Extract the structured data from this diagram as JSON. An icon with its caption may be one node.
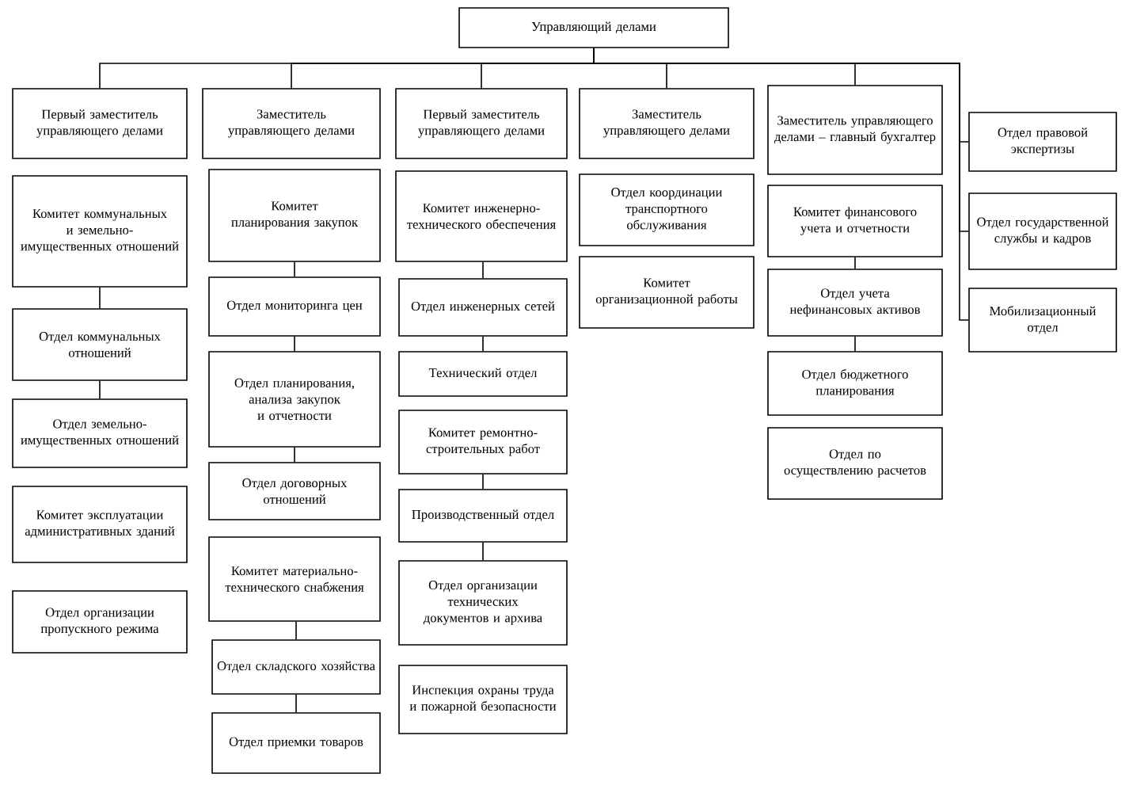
{
  "diagram": {
    "nodes": [
      {
        "text": [
          "Управляющий делами"
        ]
      },
      {
        "text": [
          "Первый заместитель управляющего делами"
        ]
      },
      {
        "text": [
          "Комитет коммунальных и земельно-имущественных отношений"
        ]
      },
      {
        "text": [
          "Отдел коммунальных отношений"
        ]
      },
      {
        "text": [
          "Отдел земельно-имущественных отношений"
        ]
      },
      {
        "text": [
          "Комитет эксплуатации административных зданий"
        ]
      },
      {
        "text": [
          "Отдел организации пропускного режима"
        ]
      },
      {
        "text": [
          "Заместитель управляющего делами"
        ]
      },
      {
        "text": [
          "Комитет планирования закупок"
        ]
      },
      {
        "text": [
          "Отдел мониторинга цен"
        ]
      },
      {
        "text": [
          "Отдел планирования, анализа закупок и отчетности"
        ]
      },
      {
        "text": [
          "Отдел договорных отношений"
        ]
      },
      {
        "text": [
          "Комитет материально-технического снабжения"
        ]
      },
      {
        "text": [
          "Отдел складского хозяйства"
        ]
      },
      {
        "text": [
          "Отдел приемки товаров"
        ]
      },
      {
        "text": [
          "Первый заместитель управляющего делами"
        ]
      },
      {
        "text": [
          "Комитет инженерно-технического обеспечения"
        ]
      },
      {
        "text": [
          "Отдел инженерных сетей"
        ]
      },
      {
        "text": [
          "Технический отдел"
        ]
      },
      {
        "text": [
          "Комитет ремонтно-строительных работ"
        ]
      },
      {
        "text": [
          "Производственный отдел"
        ]
      },
      {
        "text": [
          "Отдел организации технических документов и архива"
        ]
      },
      {
        "text": [
          "Инспекция охраны труда и пожарной безопасности"
        ]
      },
      {
        "text": [
          "Заместитель управляющего делами"
        ]
      },
      {
        "text": [
          "Отдел координации транспортного обслуживания"
        ]
      },
      {
        "text": [
          "Комитет организационной работы"
        ]
      },
      {
        "text": [
          "Заместитель управляющего делами – главный бухгалтер"
        ]
      },
      {
        "text": [
          "Комитет финансового учета и отчетности"
        ]
      },
      {
        "text": [
          "Отдел учета нефинансовых активов"
        ]
      },
      {
        "text": [
          "Отдел бюджетного планирования"
        ]
      },
      {
        "text": [
          "Отдел по осуществлению расчетов"
        ]
      },
      {
        "text": [
          "Отдел правовой экспертизы"
        ]
      },
      {
        "text": [
          "Отдел государственной службы и кадров"
        ]
      },
      {
        "text": [
          "Мобилизационный отдел"
        ]
      }
    ],
    "edges": [
      {
        "from": 0,
        "to": 1,
        "arrow": "none"
      },
      {
        "from": 0,
        "to": 7,
        "arrow": "none"
      },
      {
        "from": 0,
        "to": 15,
        "arrow": "none"
      },
      {
        "from": 0,
        "to": 23,
        "arrow": "none"
      },
      {
        "from": 0,
        "to": 26,
        "arrow": "none"
      },
      {
        "from": 0,
        "to": 31,
        "arrow": "none"
      },
      {
        "from": 0,
        "to": 32,
        "arrow": "none"
      },
      {
        "from": 0,
        "to": 33,
        "arrow": "none"
      },
      {
        "from": 2,
        "to": 3,
        "arrow": "none"
      },
      {
        "from": 3,
        "to": 4,
        "arrow": "none"
      },
      {
        "from": 8,
        "to": 9,
        "arrow": "none"
      },
      {
        "from": 9,
        "to": 10,
        "arrow": "none"
      },
      {
        "from": 10,
        "to": 11,
        "arrow": "none"
      },
      {
        "from": 12,
        "to": 13,
        "arrow": "none"
      },
      {
        "from": 13,
        "to": 14,
        "arrow": "none"
      },
      {
        "from": 16,
        "to": 17,
        "arrow": "none"
      },
      {
        "from": 17,
        "to": 18,
        "arrow": "none"
      },
      {
        "from": 19,
        "to": 20,
        "arrow": "none"
      },
      {
        "from": 20,
        "to": 21,
        "arrow": "none"
      },
      {
        "from": 27,
        "to": 28,
        "arrow": "none"
      },
      {
        "from": 28,
        "to": 29,
        "arrow": "none"
      }
    ]
  }
}
